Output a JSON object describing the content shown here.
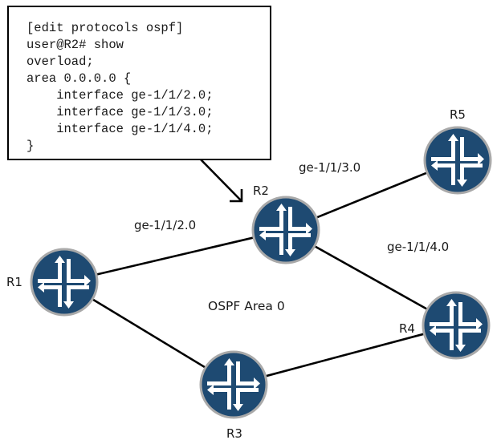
{
  "cli": {
    "lines": [
      "[edit protocols ospf]",
      "user@R2# show",
      "overload;",
      "area 0.0.0.0 {",
      "    interface ge-1/1/2.0;",
      "    interface ge-1/1/3.0;",
      "    interface ge-1/1/4.0;",
      "}"
    ]
  },
  "diagram": {
    "area_label": "OSPF Area 0",
    "router_color": "#1e4a72",
    "router_ring_color": "#a9a9a9",
    "routers": [
      {
        "id": "R1",
        "label": "R1"
      },
      {
        "id": "R2",
        "label": "R2"
      },
      {
        "id": "R3",
        "label": "R3"
      },
      {
        "id": "R4",
        "label": "R4"
      },
      {
        "id": "R5",
        "label": "R5"
      }
    ],
    "links": [
      {
        "from": "R1",
        "to": "R2",
        "label": "ge-1/1/2.0"
      },
      {
        "from": "R2",
        "to": "R5",
        "label": "ge-1/1/3.0"
      },
      {
        "from": "R2",
        "to": "R4",
        "label": "ge-1/1/4.0"
      },
      {
        "from": "R1",
        "to": "R3",
        "label": ""
      },
      {
        "from": "R3",
        "to": "R4",
        "label": ""
      }
    ],
    "callout": {
      "from": "cli-box",
      "to": "R2"
    }
  }
}
